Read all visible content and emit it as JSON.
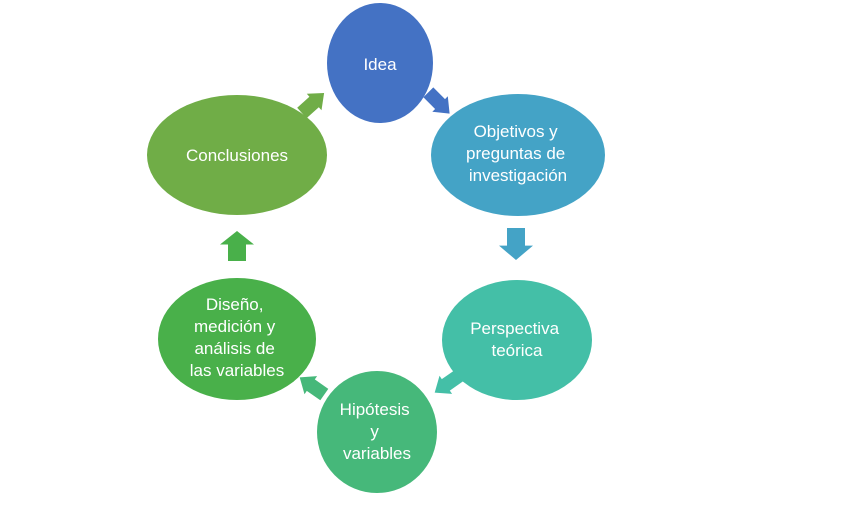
{
  "nodes": [
    {
      "id": "idea",
      "lines": [
        "Idea"
      ],
      "color": "#4472C4"
    },
    {
      "id": "objetivos",
      "lines": [
        "Objetivos y",
        "preguntas de",
        "investigación"
      ],
      "color": "#44A3C6"
    },
    {
      "id": "perspectiva",
      "lines": [
        "Perspectiva",
        "teórica"
      ],
      "color": "#44BFA7"
    },
    {
      "id": "hipotesis",
      "lines": [
        "Hipótesis",
        "y",
        "variables"
      ],
      "color": "#46B87A"
    },
    {
      "id": "diseno",
      "lines": [
        "Diseño,",
        "medición y",
        "análisis de",
        "las variables"
      ],
      "color": "#49B04A"
    },
    {
      "id": "conclusiones",
      "lines": [
        "Conclusiones"
      ],
      "color": "#70AD47"
    }
  ],
  "arrows": [
    {
      "from": "idea",
      "to": "objetivos",
      "color": "#4472C4"
    },
    {
      "from": "objetivos",
      "to": "perspectiva",
      "color": "#44A3C6"
    },
    {
      "from": "perspectiva",
      "to": "hipotesis",
      "color": "#44BFA7"
    },
    {
      "from": "hipotesis",
      "to": "diseno",
      "color": "#46B87A"
    },
    {
      "from": "diseno",
      "to": "conclusiones",
      "color": "#49B04A"
    },
    {
      "from": "conclusiones",
      "to": "idea",
      "color": "#70AD47"
    }
  ]
}
